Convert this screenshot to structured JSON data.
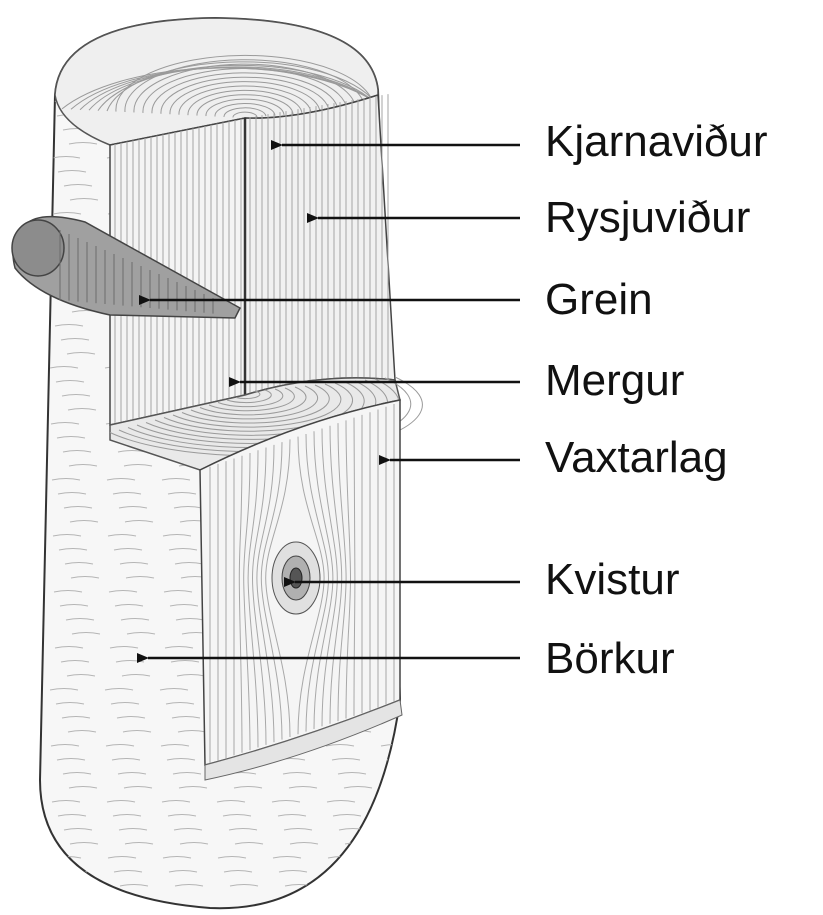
{
  "colors": {
    "background": "#ffffff",
    "ink": "#111111",
    "line_gray": "#8a8a8a",
    "branch_fill": "#9a9a9a",
    "wood_fill": "#f3f3f3"
  },
  "labels": {
    "heartwood": "Kjarnaviður",
    "sapwood": "Rysjuviður",
    "branch": "Grein",
    "pith": "Mergur",
    "growth_ring": "Vaxtarlag",
    "knot": "Kvistur",
    "bark": "Börkur"
  }
}
